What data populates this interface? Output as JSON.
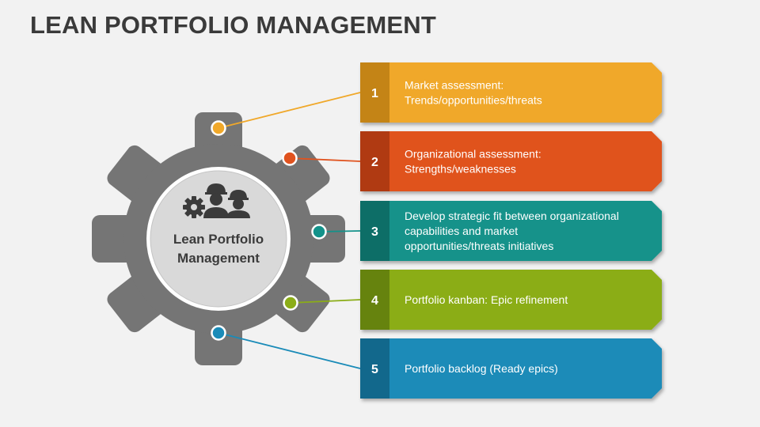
{
  "title": "LEAN PORTFOLIO MANAGEMENT",
  "center": {
    "label_line1": "Lean Portfolio",
    "label_line2": "Management",
    "icon": "gear-and-workers-icon"
  },
  "items": [
    {
      "number": "1",
      "lines": [
        "Market assessment:",
        "Trends/opportunities/threats"
      ],
      "color": "#f0a82a",
      "dark": "#c48416"
    },
    {
      "number": "2",
      "lines": [
        "Organizational assessment:",
        "Strengths/weaknesses"
      ],
      "color": "#e0531f",
      "dark": "#b03a12"
    },
    {
      "number": "3",
      "lines": [
        "Develop strategic fit between organizational",
        "capabilities and market",
        "opportunities/threats initiatives"
      ],
      "color": "#13928a",
      "dark": "#0d6e67"
    },
    {
      "number": "4",
      "lines": [
        "Portfolio kanban: Epic refinement"
      ],
      "color": "#8bad18",
      "dark": "#66830e"
    },
    {
      "number": "5",
      "lines": [
        "Portfolio backlog (Ready epics)"
      ],
      "color": "#1a8bb8",
      "dark": "#12688c"
    }
  ]
}
